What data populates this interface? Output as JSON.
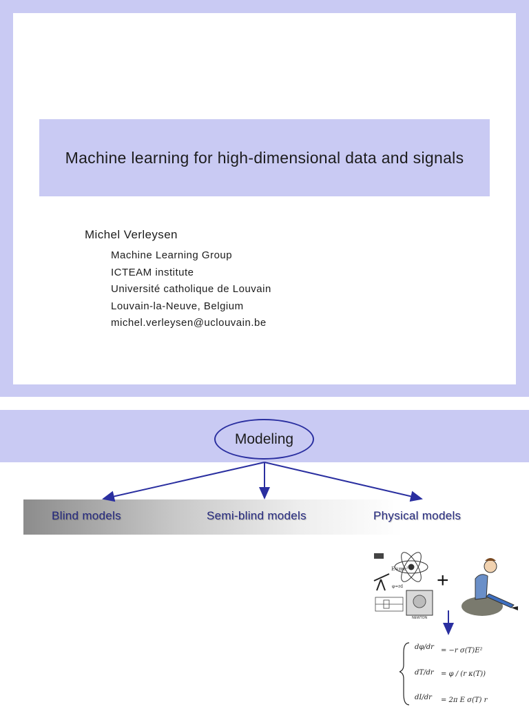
{
  "slide1": {
    "title": "Machine learning for high-dimensional data and signals",
    "author": "Michel Verleysen",
    "affiliation": [
      "Machine Learning Group",
      "ICTEAM institute",
      "Université catholique de Louvain",
      "Louvain-la-Neuve, Belgium",
      "michel.verleysen@uclouvain.be"
    ]
  },
  "slide2": {
    "central_node": "Modeling",
    "categories": {
      "blind": "Blind models",
      "semi_blind": "Semi-blind models",
      "physical": "Physical models"
    },
    "plus_sign": "+",
    "equation_labels": {
      "eq1_lhs": "dφ/dr",
      "eq1_rhs": "= −r σ(T)E²",
      "eq2_lhs": "dT/dr",
      "eq2_rhs": "= φ / (r κ(T))",
      "eq3_lhs": "dI/dr",
      "eq3_rhs": "= 2π E σ(T) r"
    },
    "physics_illustration_label": "NEWTON"
  },
  "colors": {
    "band": "#c9caf3",
    "arrow": "#2a2fa0",
    "label_text": "#25297f"
  }
}
